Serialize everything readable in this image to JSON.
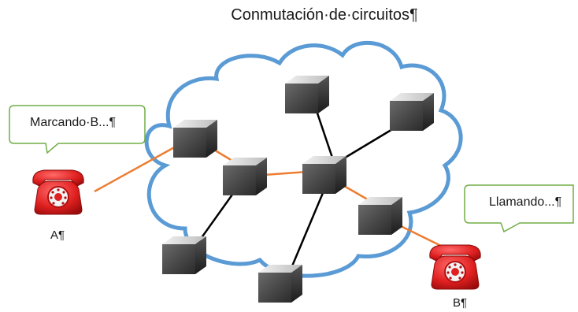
{
  "title": "Conmutación·de·circuitos¶",
  "bubbles": {
    "left": "Marcando·B...¶",
    "right": "Llamando...¶"
  },
  "phones": {
    "a_label": "A¶",
    "b_label": "B¶"
  },
  "colors": {
    "cloud": "#5b9bd5",
    "active_link": "#ed7d31",
    "idle_link": "#000000",
    "bubble_border": "#70ad47",
    "phone": "#e02020"
  }
}
